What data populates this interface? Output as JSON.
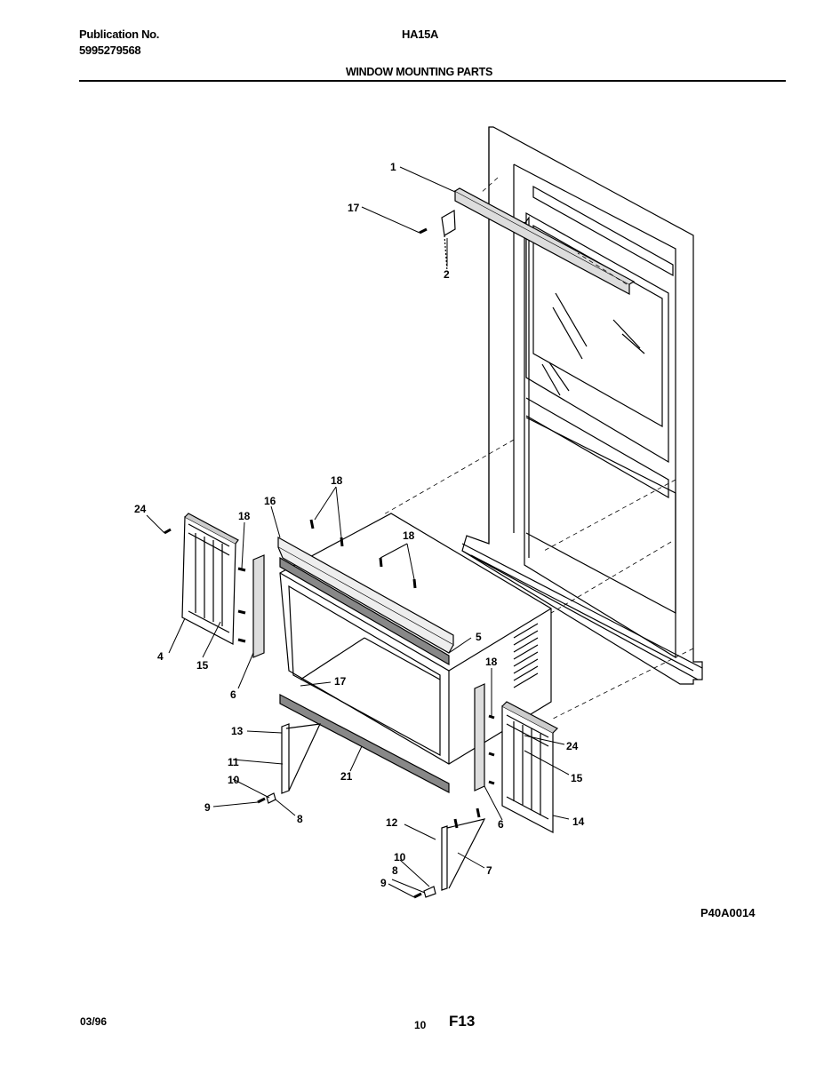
{
  "header": {
    "publication_label": "Publication No.",
    "publication_number": "5995279568",
    "model": "HA15A",
    "section_title": "WINDOW MOUNTING PARTS"
  },
  "callouts": [
    "1",
    "2",
    "17",
    "18",
    "18",
    "16",
    "24",
    "18",
    "4",
    "15",
    "6",
    "5",
    "17",
    "18",
    "13",
    "11",
    "10",
    "9",
    "8",
    "21",
    "24",
    "15",
    "14",
    "6",
    "12",
    "7",
    "10",
    "8",
    "9"
  ],
  "footer": {
    "figure_code": "P40A0014",
    "date": "03/96",
    "page_number": "10",
    "page_code": "F13"
  }
}
